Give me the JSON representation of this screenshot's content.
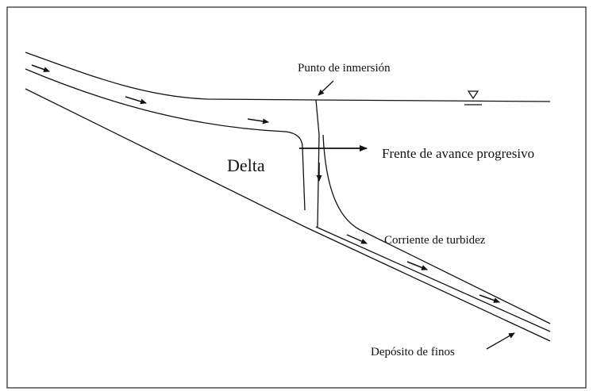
{
  "labels": {
    "plunge_point": "Punto de inmersión",
    "delta": "Delta",
    "advancing_front": "Frente de avance progresivo",
    "turbidity_current": "Corriente de turbidez",
    "fines_deposit": "Depósito de finos"
  },
  "symbols": {
    "water_level": "water-level-triangle-icon"
  },
  "colors": {
    "ink": "#111111",
    "background": "#ffffff"
  }
}
